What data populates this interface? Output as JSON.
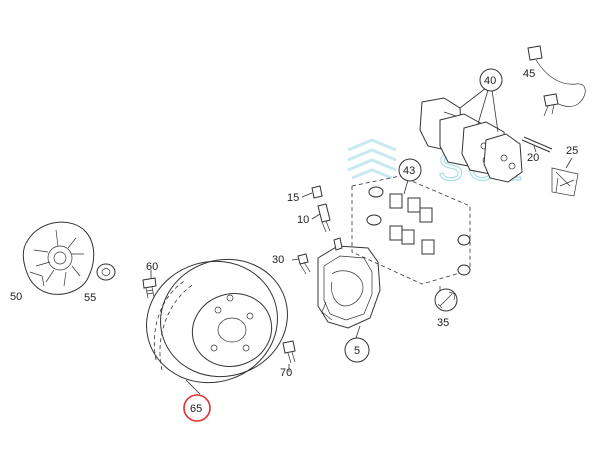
{
  "labels": {
    "n50": "50",
    "n55": "55",
    "n60": "60",
    "n65": "65",
    "n70": "70",
    "n30": "30",
    "n5": "5",
    "n15": "15",
    "n10": "10",
    "n43": "43",
    "n35": "35",
    "n40": "40",
    "n45": "45",
    "n20": "20",
    "n25": "25"
  },
  "watermark": {
    "text": "SOL",
    "color": "#3fb7c9",
    "accent": "#5fc4d3"
  },
  "colors": {
    "line": "#333333",
    "highlight_ring": "#e0312e"
  }
}
